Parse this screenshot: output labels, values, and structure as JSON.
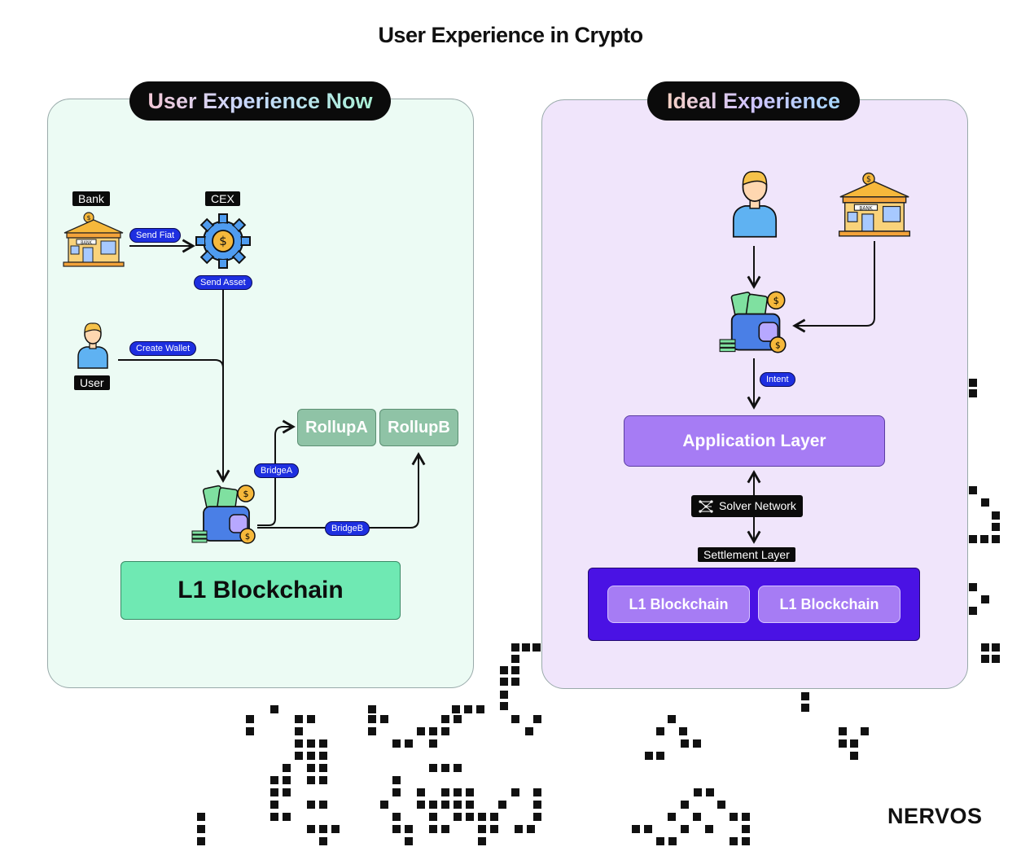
{
  "title": "User Experience in Crypto",
  "left": {
    "heading": "User Experience Now",
    "bank_label": "Bank",
    "cex_label": "CEX",
    "user_label": "User",
    "send_fiat": "Send Fiat",
    "send_asset": "Send Asset",
    "create_wallet": "Create Wallet",
    "bridge_a": "BridgeA",
    "bridge_b": "BridgeB",
    "rollup_a": "RollupA",
    "rollup_b": "RollupB",
    "l1": "L1 Blockchain",
    "bank_sign": "BANK"
  },
  "right": {
    "heading": "Ideal Experience",
    "intent": "Intent",
    "app_layer": "Application Layer",
    "solver": "Solver Network",
    "settlement": "Settlement Layer",
    "l1_a": "L1 Blockchain",
    "l1_b": "L1 Blockchain",
    "bank_sign": "BANK"
  },
  "logo": "NERVOS",
  "colors": {
    "left_panel": "#ecfbf4",
    "right_panel": "#f0e5fb",
    "chip_blue": "#1e2fe0",
    "l1_green": "#6fe9b3",
    "rollup_green": "#8fc3a6",
    "app_purple": "#a67cf4",
    "settlement_indigo": "#4a12e4"
  }
}
